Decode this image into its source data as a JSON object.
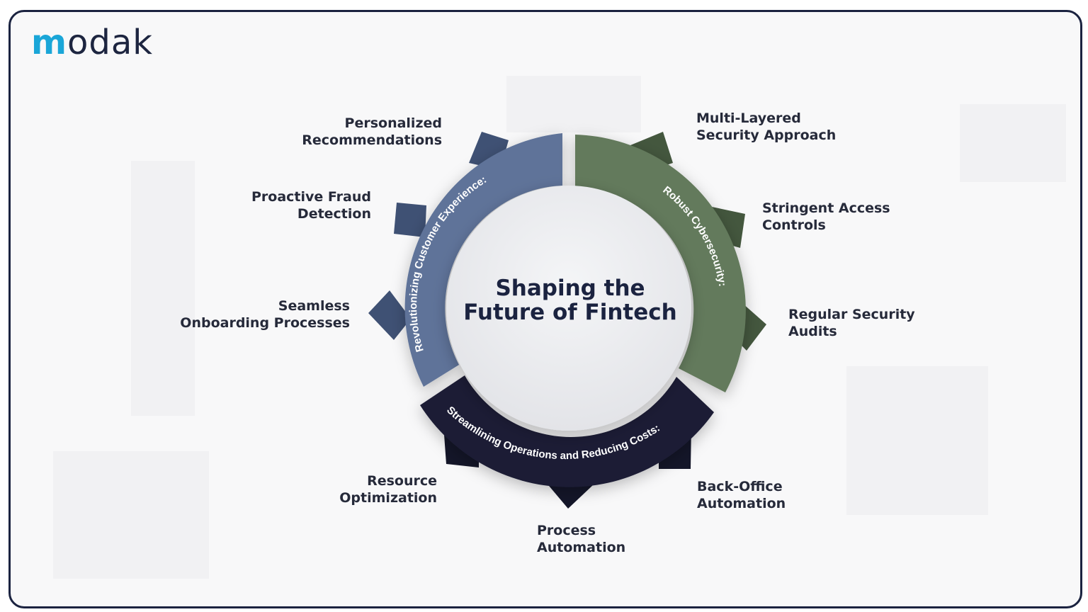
{
  "brand": {
    "logo_text": "modak",
    "logo_color": "#1aa6d8",
    "text_color": "#1d2540"
  },
  "diagram": {
    "center_title_line1": "Shaping the",
    "center_title_line2": "Future of Fintech",
    "segments": [
      {
        "name": "Revolutionizing Customer Experience:",
        "color": "#5e7399",
        "tooth_color": "#3f5174",
        "items": [
          "Personalized Recommendations",
          "Proactive Fraud Detection",
          "Seamless Onboarding Processes"
        ]
      },
      {
        "name": "Robust Cybersecurity:",
        "color": "#647a5c",
        "tooth_color": "#44573e",
        "items": [
          "Multi-Layered Security Approach",
          "Stringent Access Controls",
          "Regular Security Audits"
        ]
      },
      {
        "name": "Streamlining Operations and Reducing Costs:",
        "color": "#1c1f35",
        "tooth_color": "#141629",
        "items": [
          "Back-Office Automation",
          "Process Automation",
          "Resource Optimization"
        ]
      }
    ]
  },
  "labels": {
    "personalized": {
      "line1": "Personalized",
      "line2": "Recommendations"
    },
    "fraud": {
      "line1": "Proactive Fraud",
      "line2": "Detection"
    },
    "onboarding": {
      "line1": "Seamless",
      "line2": "Onboarding Processes"
    },
    "multi_layered": {
      "line1": "Multi-Layered",
      "line2": "Security Approach"
    },
    "access": {
      "line1": "Stringent Access",
      "line2": "Controls"
    },
    "audits": {
      "line1": "Regular Security",
      "line2": "Audits"
    },
    "backoffice": {
      "line1": "Back-Office",
      "line2": "Automation"
    },
    "process": {
      "line1": "Process",
      "line2": "Automation"
    },
    "resource": {
      "line1": "Resource",
      "line2": "Optimization"
    }
  }
}
